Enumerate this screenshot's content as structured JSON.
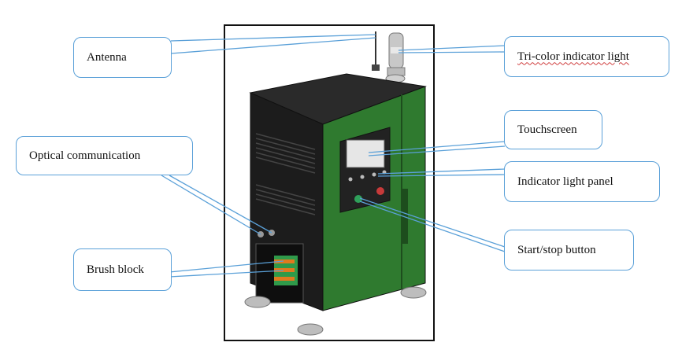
{
  "callouts": {
    "antenna": "Antenna",
    "tricolor": "Tri-color indicator light",
    "touchscreen": "Touchscreen",
    "optical": "Optical communication",
    "indicator_panel": "Indicator light panel",
    "startstop": "Start/stop button",
    "brush": "Brush block"
  },
  "colors": {
    "callout_border": "#5aa0d8",
    "leader_line": "#5aa0d8",
    "cabinet_body": "#1e1e1e",
    "front_door": "#2f7a2f",
    "brush_contacts": "#e07a1e"
  }
}
